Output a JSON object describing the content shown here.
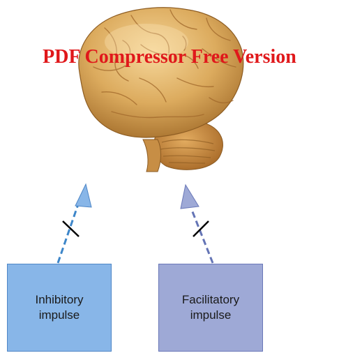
{
  "watermark": {
    "text": "PDF Compressor Free Version",
    "color": "#e0181b"
  },
  "boxes": {
    "inhibitory": {
      "line1": "Inhibitory",
      "line2": "impulse",
      "fill": "#88b6e8",
      "border": "#4f87c7",
      "arrow_color": "#3d86c9"
    },
    "facilitatory": {
      "line1": "Facilitatory",
      "line2": "impulse",
      "fill": "#9ea9d6",
      "border": "#6a78b8",
      "arrow_color": "#6474b5"
    }
  },
  "brain": {
    "illustration": "brain-illustration",
    "colors": {
      "cortex": "#d9a85a",
      "highlight": "#f2cf8a",
      "shadow": "#9a6a2a",
      "cerebellum": "#c98d3f"
    }
  }
}
